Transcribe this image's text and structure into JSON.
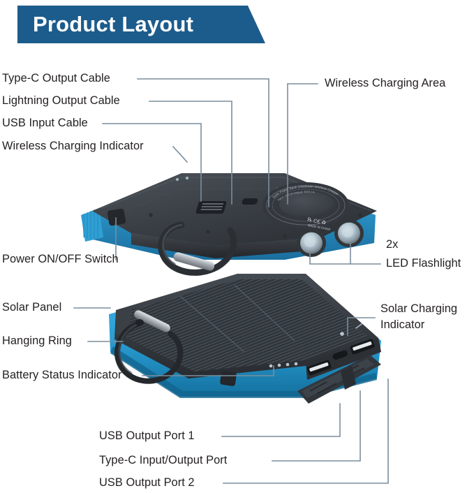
{
  "header": {
    "title": "Product Layout",
    "banner_color": "#1c5c8c"
  },
  "theme": {
    "leader_line_color": "#7b8e9c",
    "text_color": "#231f20",
    "device_blue": "#2a9fd6",
    "device_blue_dark": "#1b7fb5",
    "device_body_dark": "#3a3f45",
    "device_body_black": "#26292d",
    "solar_panel": "#2f3338",
    "background": "#ffffff"
  },
  "callouts": {
    "type_c_output_cable": "Type-C Output Cable",
    "lightning_output_cable": "Lightning Output Cable",
    "usb_input_cable": "USB Input Cable",
    "wireless_charging_indicator": "Wireless Charging Indicator",
    "wireless_charging_area": "Wireless Charging Area",
    "power_on_off_switch": "Power ON/OFF Switch",
    "led_flashlight_count": "2x",
    "led_flashlight": "LED Flashlight",
    "solar_panel": "Solar Panel",
    "hanging_ring": "Hanging Ring",
    "battery_status_indicator": "Battery Status Indicator",
    "solar_charging_indicator_line1": "Solar Charging",
    "solar_charging_indicator_line2": "Indicator",
    "usb_output_port_1": "USB Output Port 1",
    "type_c_input_output_port": "Type-C Input/Output Port",
    "usb_output_port_2": "USB Output Port 2"
  },
  "devices": {
    "top": {
      "name": "wireless-power-bank-front-view",
      "features": [
        "wireless-charging-pad",
        "carabiner",
        "power-button",
        "type-c-port",
        "usb-port",
        "lightning-port",
        "led-flashlight-left",
        "led-flashlight-right",
        "indicator-lights"
      ]
    },
    "bottom": {
      "name": "solar-power-bank-top-view",
      "features": [
        "solar-panel",
        "carabiner-ring",
        "battery-status-leds",
        "solar-charging-led",
        "usb-output-1",
        "usb-output-2",
        "type-c-port",
        "rubber-port-cover"
      ]
    }
  }
}
